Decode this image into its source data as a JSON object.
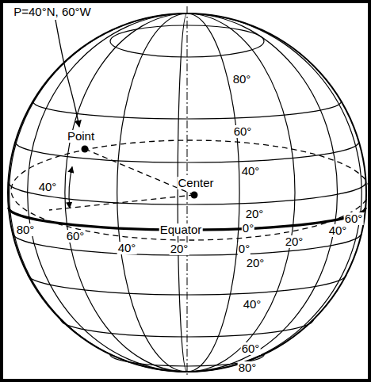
{
  "diagram": {
    "labels": [
      "P=40°N, 60°W",
      "80°",
      "60°",
      "Point",
      "40°",
      "40°",
      "Center",
      "20°",
      "80°",
      "60°",
      "Equator",
      "0°",
      "40°",
      "20°",
      "0°",
      "20°",
      "40°",
      "60°",
      "20°",
      "40°",
      "60°",
      "80°"
    ]
  }
}
